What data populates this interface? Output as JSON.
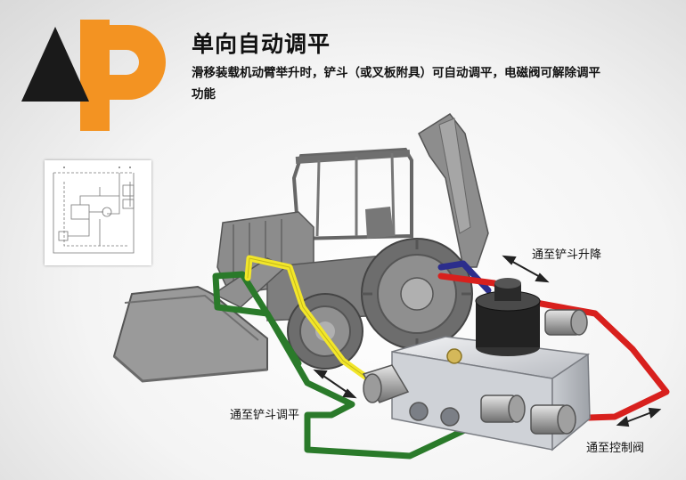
{
  "header": {
    "title": "单向自动调平",
    "subtitle": "滑移装载机动臂举升时，铲斗（或叉板附具）可自动调平，电磁阀可解除调平功能"
  },
  "labels": {
    "to_bucket_lift": "通至铲斗升降",
    "to_bucket_level": "通至铲斗调平",
    "to_control_valve": "通至控制阀"
  },
  "colors": {
    "logo_black": "#1a1a1a",
    "logo_orange": "#f39322",
    "hose_red": "#d8201d",
    "hose_blue": "#2c2e8c",
    "hose_yellow": "#f2e62a",
    "hose_green": "#2a7a2a",
    "machine_gray": "#8a8a8a",
    "valve_body": "#d9dbe0"
  },
  "icons": [
    "logo-triangle-icon",
    "logo-p-icon",
    "double-arrow-icon",
    "solenoid-icon"
  ]
}
